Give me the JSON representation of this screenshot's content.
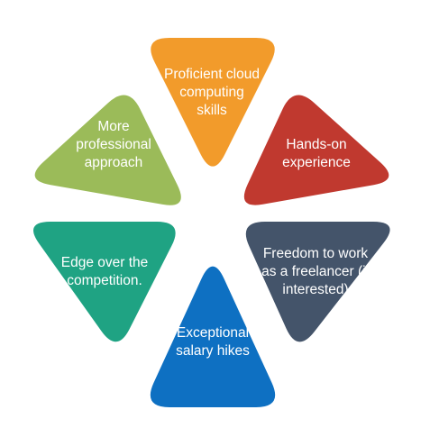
{
  "petals": [
    {
      "id": "cloud",
      "lines": [
        "Proficient cloud",
        "computing",
        "skills"
      ],
      "color": "#F29B2B"
    },
    {
      "id": "hands-on",
      "lines": [
        "Hands-on",
        "experience"
      ],
      "color": "#C0392F"
    },
    {
      "id": "freelancer",
      "lines": [
        "Freedom to work",
        "as a freelancer (if",
        "interested)"
      ],
      "color": "#44546A"
    },
    {
      "id": "salary",
      "lines": [
        "Exceptional",
        "salary hikes"
      ],
      "color": "#0E70C2"
    },
    {
      "id": "edge",
      "lines": [
        "Edge over the",
        "competition."
      ],
      "color": "#1FA383"
    },
    {
      "id": "professional",
      "lines": [
        "More",
        "professional",
        "approach"
      ],
      "color": "#9BBB59"
    }
  ]
}
